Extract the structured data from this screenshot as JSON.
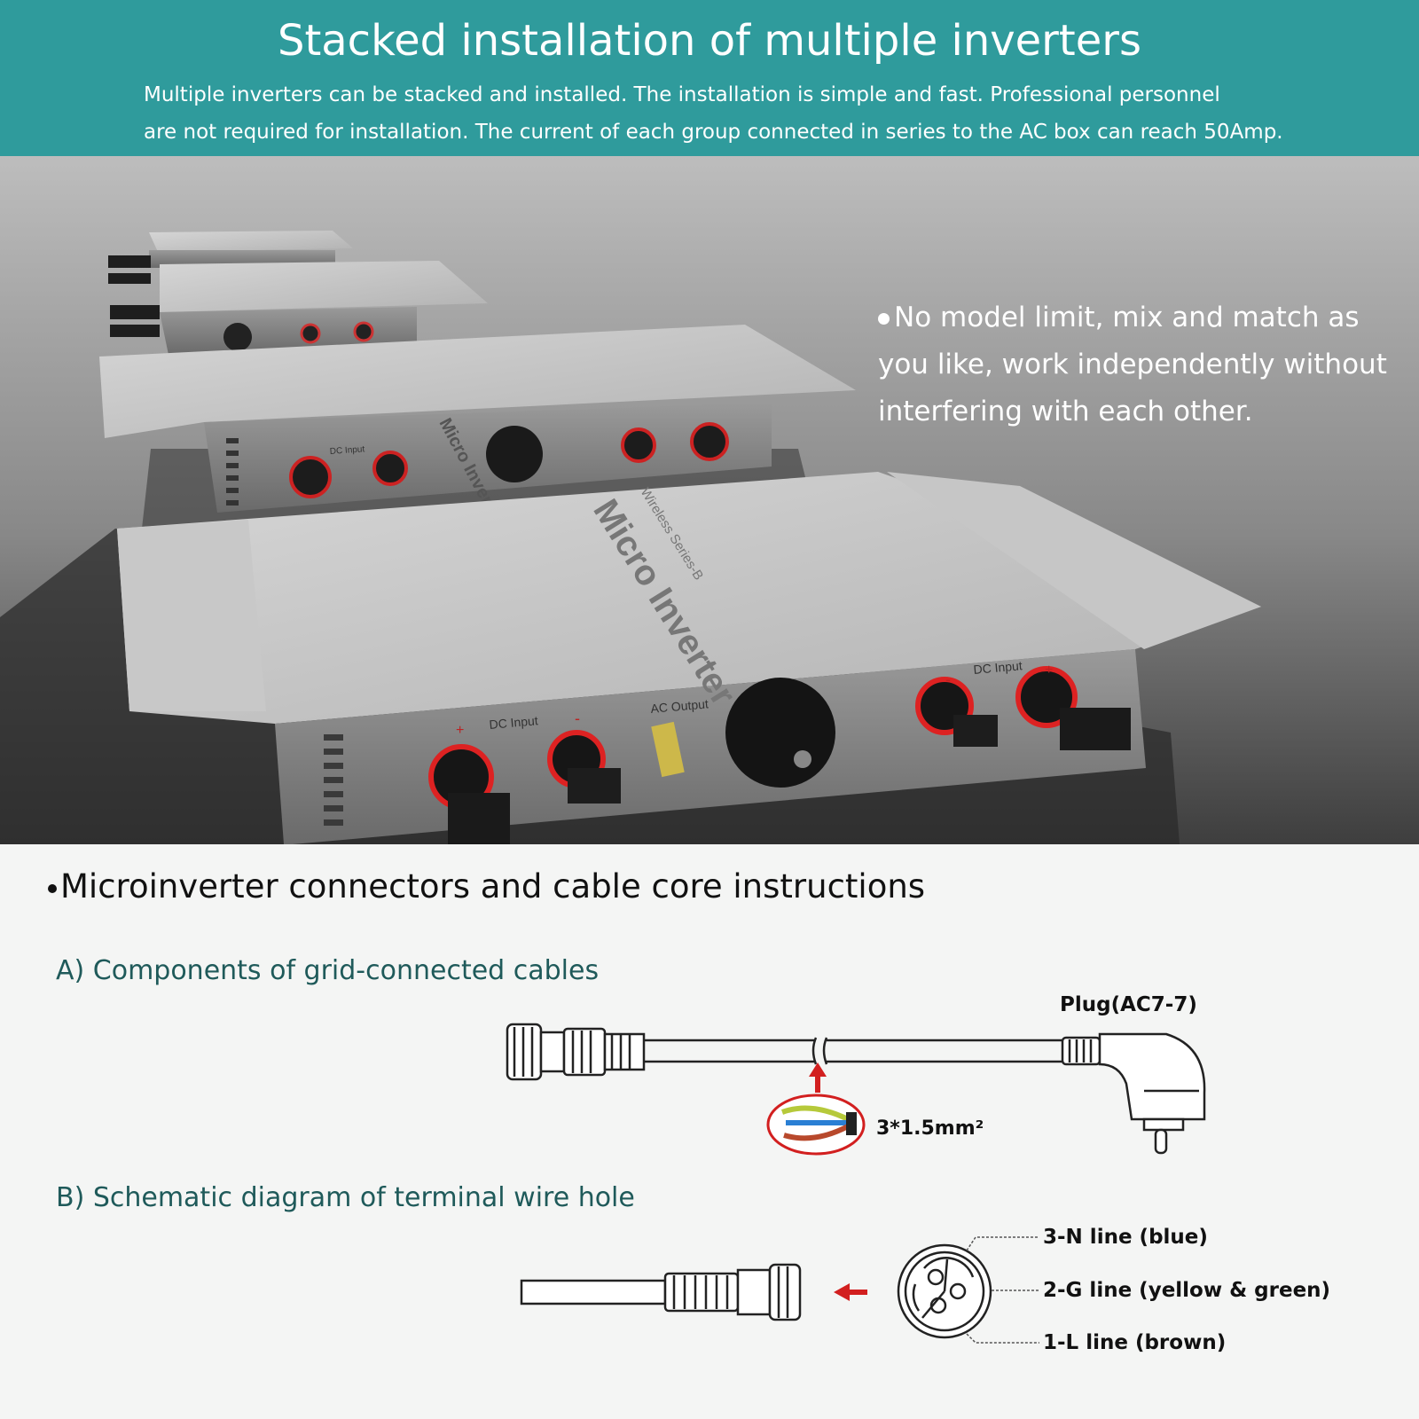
{
  "header": {
    "title": "Stacked installation of multiple inverters",
    "description_line1": "Multiple inverters can be stacked and installed. The installation is simple and fast. Professional personnel",
    "description_line2": "are not required for installation. The current of each group connected in series to the AC box can reach 50Amp."
  },
  "hero": {
    "note": "No model limit, mix and match as you like, work independently without interfering with each other.",
    "product_label": "Micro Inverter",
    "product_series": "Wireless Series-B",
    "port_dc_input": "DC Input",
    "port_ac_output": "AC Output",
    "plus_sign": "+",
    "minus_sign": "-"
  },
  "section": {
    "title": "Microinverter connectors and cable core instructions",
    "part_a": {
      "title": "A) Components of grid-connected cables",
      "plug_label": "Plug(AC7-7)",
      "cable_spec": "3*1.5mm²"
    },
    "part_b": {
      "title": "B) Schematic diagram of terminal wire hole",
      "pin3": "3-N line (blue)",
      "pin2": "2-G line (yellow & green)",
      "pin1": "1-L line (brown)"
    }
  },
  "colors": {
    "header_bg": "#2f9b9c",
    "accent_red": "#d21f1f",
    "wire_blue": "#2a7fd4",
    "wire_yellow_green": "#b6c93a",
    "wire_brown": "#b8492c"
  }
}
